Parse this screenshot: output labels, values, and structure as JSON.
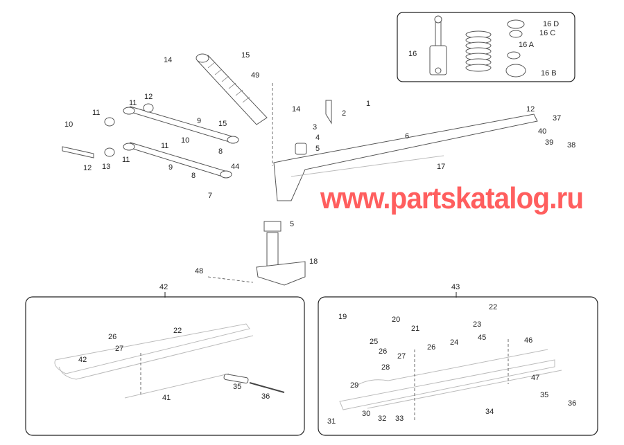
{
  "diagram": {
    "type": "exploded parts diagram",
    "callouts": [
      "14",
      "15",
      "49",
      "12",
      "11",
      "11",
      "10",
      "9",
      "15",
      "10",
      "11",
      "8",
      "12",
      "13",
      "11",
      "9",
      "44",
      "8",
      "7",
      "14",
      "2",
      "1",
      "3",
      "4",
      "5",
      "6",
      "17",
      "12",
      "37",
      "40",
      "39",
      "38",
      "5",
      "18",
      "48",
      "42",
      "43"
    ],
    "inset_callouts": [
      "16 D",
      "16 C",
      "16 A",
      "16",
      "16 B"
    ],
    "left_ski_callouts": [
      "22",
      "26",
      "27",
      "42",
      "35",
      "36",
      "41"
    ],
    "right_ski_callouts": [
      "22",
      "19",
      "20",
      "21",
      "23",
      "45",
      "46",
      "25",
      "24",
      "26",
      "26",
      "27",
      "28",
      "47",
      "29",
      "35",
      "36",
      "30",
      "34",
      "31",
      "32",
      "33"
    ]
  },
  "watermark": "www.partskatalog.ru"
}
